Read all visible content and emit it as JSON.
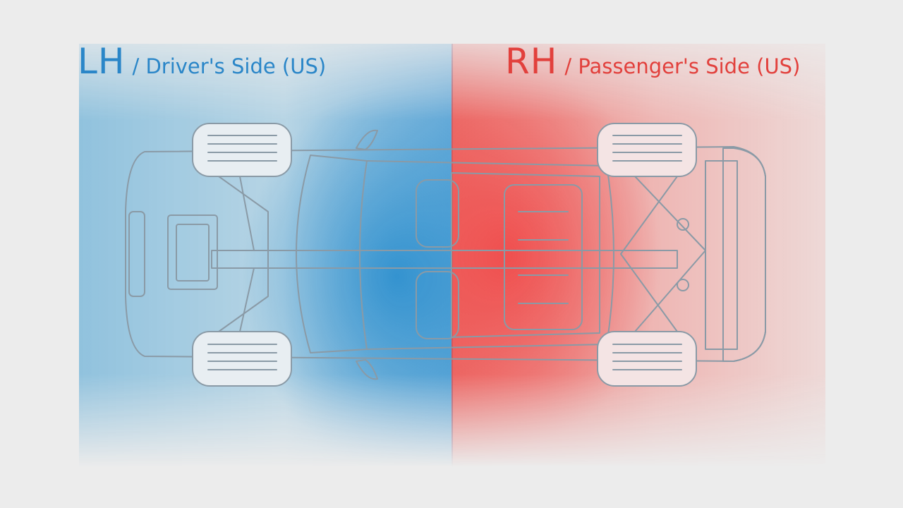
{
  "left_label": {
    "code": "LH",
    "text": "/ Driver's Side (US)",
    "color": "#2a86c8"
  },
  "right_label": {
    "code": "RH",
    "text": "/ Passenger's Side (US)",
    "color": "#e2403c"
  },
  "diagram": {
    "subject": "car-underbody-top-view",
    "left_zone_color": "#3a9ad6",
    "right_zone_color": "#ee4e48",
    "line_color": "#8a9aa6"
  }
}
